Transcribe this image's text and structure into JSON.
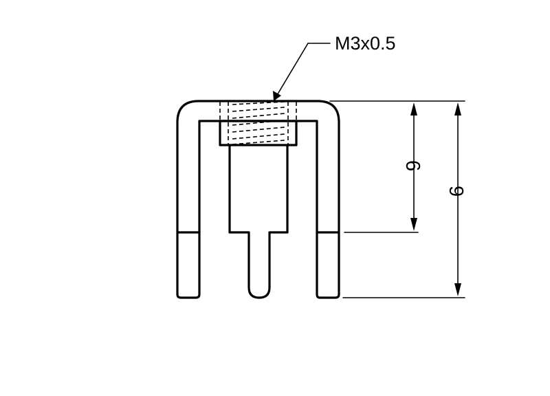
{
  "thread_callout": "M3x0.5",
  "dimensions": {
    "inner_height": "6",
    "overall_height": "9"
  }
}
